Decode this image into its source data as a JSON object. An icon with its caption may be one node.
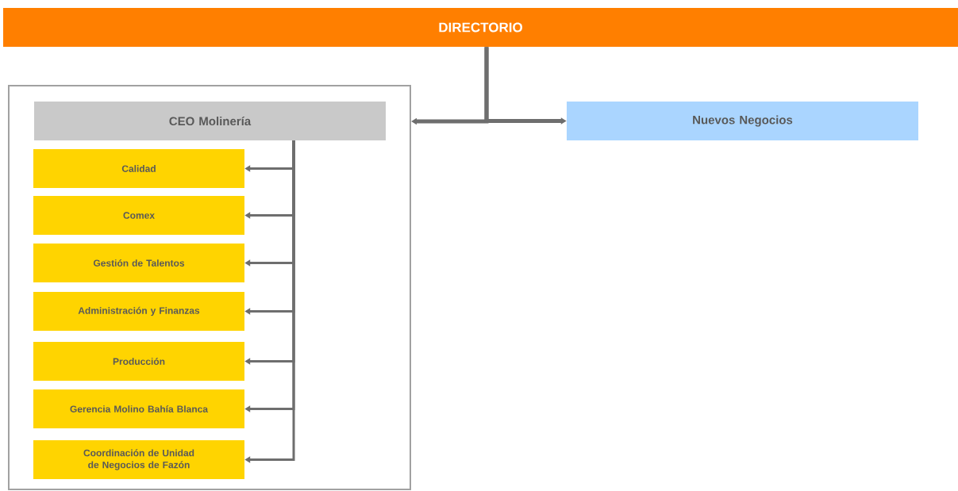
{
  "diagram": {
    "nodes": [
      {
        "text": [
          "DIRECTORIO"
        ]
      },
      {
        "text": [],
        "shape": "box"
      },
      {
        "text": [
          "CEO Molinería"
        ],
        "in": 1
      },
      {
        "text": [
          "Nuevos Negocios"
        ]
      },
      {
        "text": [
          "Calidad"
        ],
        "in": 1
      },
      {
        "text": [
          "Comex"
        ],
        "in": 1
      },
      {
        "text": [
          "Gestión de Talentos"
        ],
        "in": 1
      },
      {
        "text": [
          "Administración y Finanzas"
        ],
        "in": 1
      },
      {
        "text": [
          "Producción"
        ],
        "in": 1
      },
      {
        "text": [
          "Gerencia Molino Bahía Blanca"
        ],
        "in": 1
      },
      {
        "text": [
          "Coordinación de Unidad de Negocios de Fazón"
        ],
        "in": 1
      }
    ],
    "edges": [
      {
        "from": 0,
        "to": 1,
        "arrow": "to"
      },
      {
        "from": 0,
        "to": 3,
        "arrow": "to"
      },
      {
        "from": 2,
        "to": 4,
        "arrow": "to"
      },
      {
        "from": 2,
        "to": 5,
        "arrow": "to"
      },
      {
        "from": 2,
        "to": 6,
        "arrow": "to"
      },
      {
        "from": 2,
        "to": 7,
        "arrow": "to"
      },
      {
        "from": 2,
        "to": 8,
        "arrow": "to"
      },
      {
        "from": 2,
        "to": 9,
        "arrow": "to"
      },
      {
        "from": 2,
        "to": 10,
        "arrow": "to"
      }
    ]
  }
}
